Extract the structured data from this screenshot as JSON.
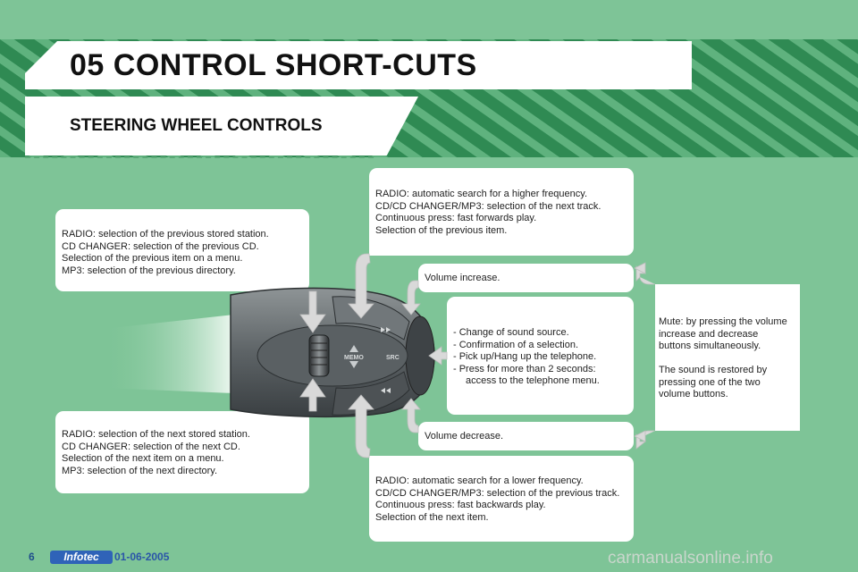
{
  "header": {
    "title": "05 CONTROL SHORT-CUTS",
    "subtitle": "STEERING WHEEL CONTROLS"
  },
  "panels": {
    "prev_stored": [
      "RADIO: selection of the previous stored station.",
      "CD CHANGER: selection of the previous CD.",
      "Selection of the previous item on a menu.",
      "MP3: selection of the previous directory."
    ],
    "next_stored": [
      "RADIO: selection of the next stored station.",
      "CD CHANGER: selection of the next CD.",
      "Selection of the next item on a menu.",
      "MP3: selection of the next directory."
    ],
    "higher_freq": [
      "RADIO: automatic search for a higher frequency.",
      "CD/CD CHANGER/MP3: selection of the next track.",
      "Continuous press: fast forwards play.",
      "Selection of the previous item."
    ],
    "lower_freq": [
      "RADIO: automatic search for a lower frequency.",
      "CD/CD CHANGER/MP3: selection of the previous track.",
      "Continuous press: fast backwards play.",
      "Selection of the next item."
    ],
    "volume_increase": "Volume increase.",
    "volume_decrease": "Volume decrease.",
    "source": [
      "- Change of sound source.",
      "- Confirmation of a selection.",
      "- Pick up/Hang up the telephone.",
      "- Press for more than 2 seconds:",
      "access to the telephone menu."
    ],
    "mute": [
      "Mute: by pressing the volume",
      "increase and decrease",
      "buttons simultaneously.",
      "The sound is restored by",
      "pressing one of the two",
      "volume buttons."
    ]
  },
  "control_labels": {
    "memo": "MEMO",
    "src": "SRC"
  },
  "footer": {
    "page_number": "6",
    "brand": "Infotec",
    "date": "01-06-2005",
    "watermark": "carmanualsonline.info"
  },
  "colors": {
    "background": "#7ec497",
    "stripe_dark": "#2f8a53",
    "panel": "#ffffff",
    "arrow": "#d8d8d8",
    "footer_blue": "#2f63b8"
  }
}
